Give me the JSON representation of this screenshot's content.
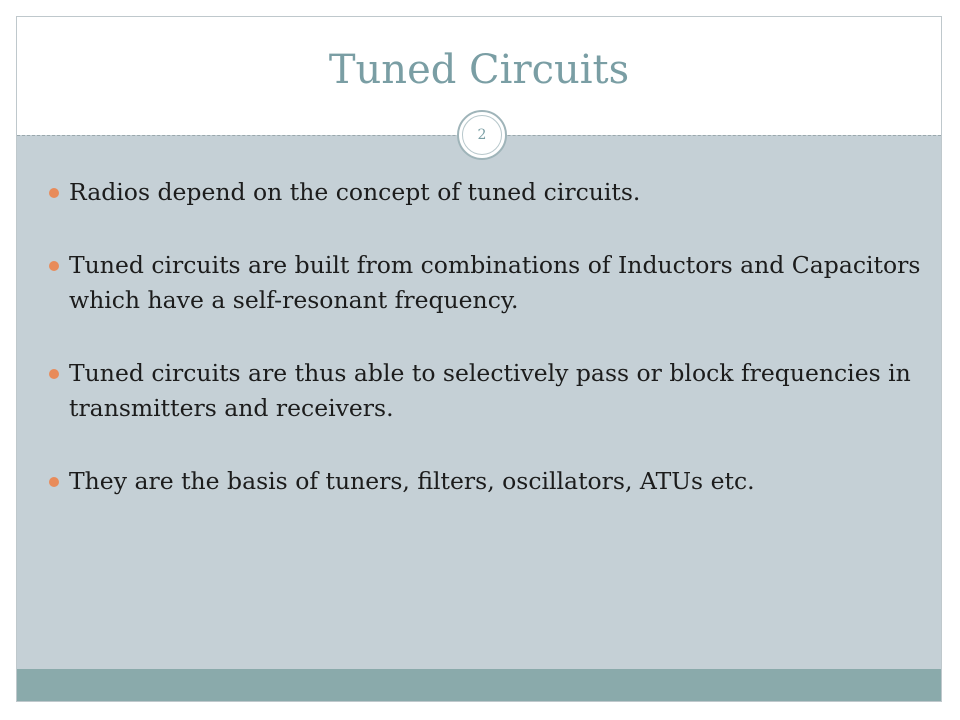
{
  "slide": {
    "title": "Tuned Circuits",
    "page_number": "2",
    "bullets": [
      "Radios depend on the concept of tuned circuits.",
      "Tuned circuits are built from combinations of Inductors and Capacitors which have a self-resonant frequency.",
      "Tuned circuits are thus able to selectively pass or block frequencies in transmitters and receivers.",
      "They are the basis of tuners, filters, oscillators, ATUs etc."
    ]
  },
  "colors": {
    "title": "#7a9ea4",
    "content_background": "#c5d0d6",
    "bullet_marker": "#e88b5a",
    "footer_bar": "#8aaaab"
  }
}
